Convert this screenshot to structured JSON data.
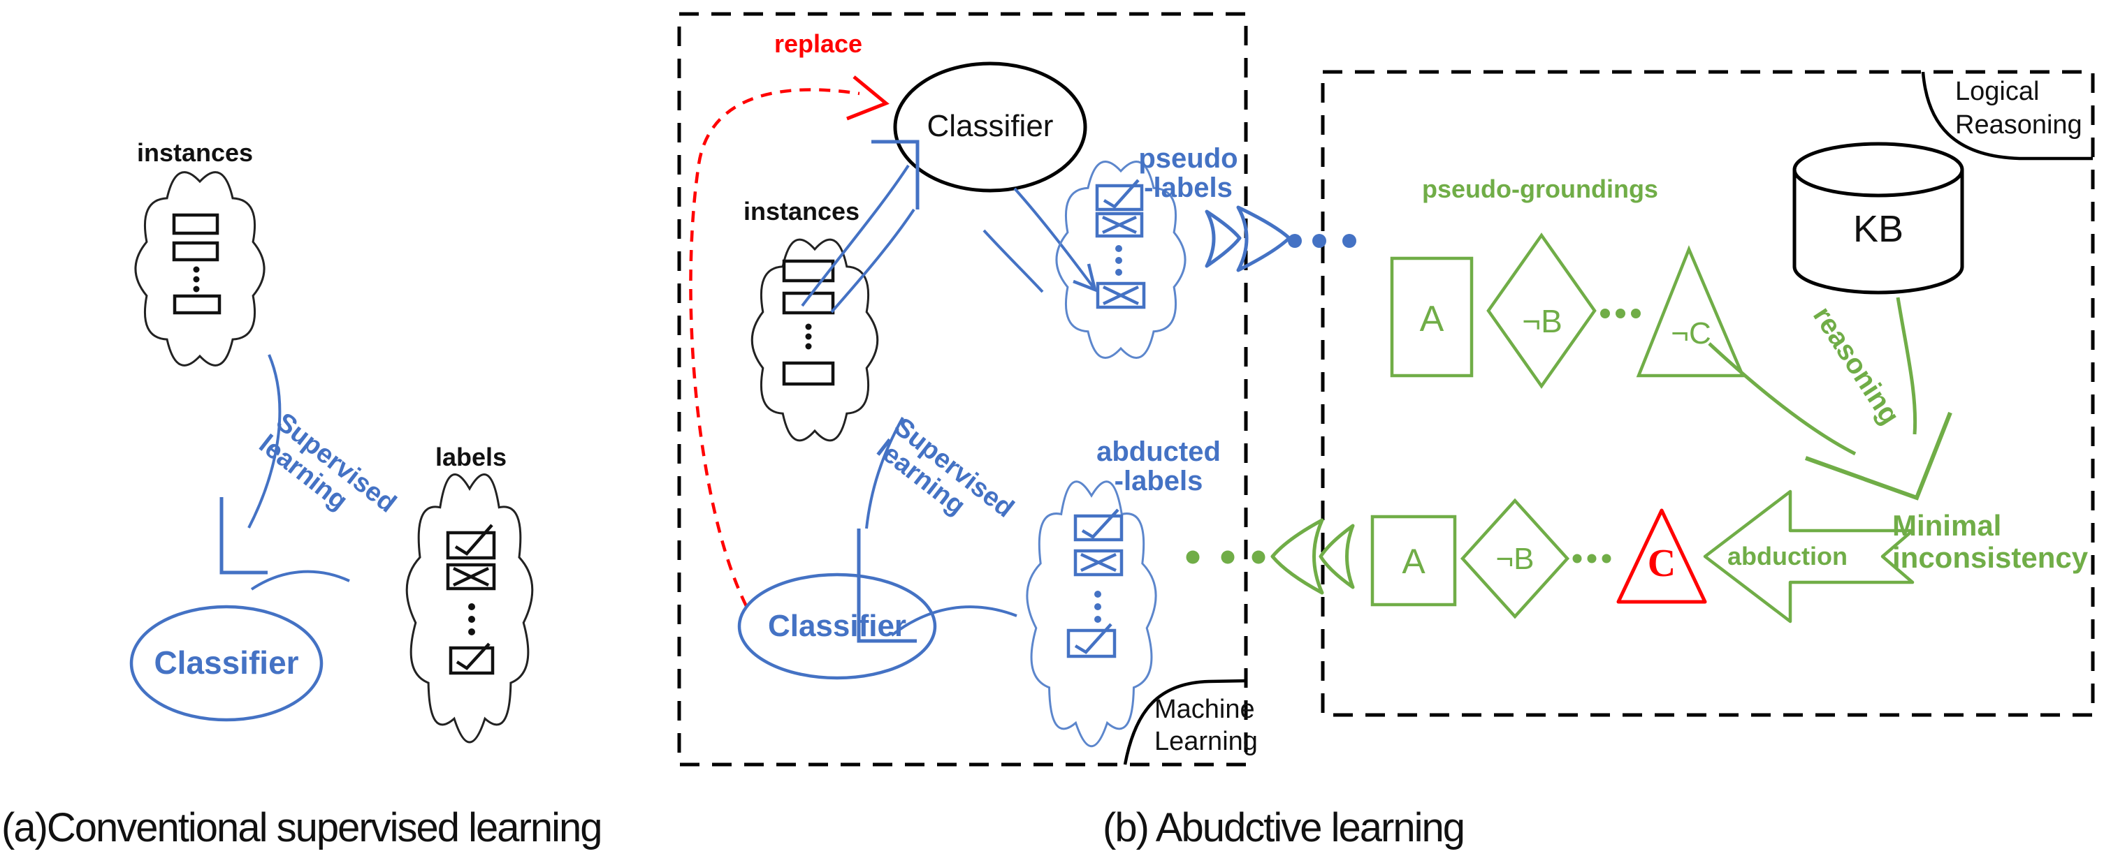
{
  "colors": {
    "blue": "#4472C4",
    "light_blue": "#5c86cc",
    "green": "#70AD47",
    "red": "#FF0000",
    "black": "#111111"
  },
  "captions": {
    "a": "(a)Conventional supervised learning",
    "b": "(b) Abudctive learning"
  },
  "panel_a": {
    "instances_label": "instances",
    "labels_label": "labels",
    "classifier_label": "Classifier",
    "supervised_line1": "Supervised",
    "supervised_line2": "learning"
  },
  "ml": {
    "title_line1": "Machine",
    "title_line2": "Learning",
    "replace_label": "replace",
    "instances_label": "instances",
    "classifier_top_label": "Classifier",
    "classifier_bottom_label": "Classifier",
    "supervised_line1": "Supervised",
    "supervised_line2": "learning",
    "pseudo_line1": "pseudo",
    "pseudo_line2": "-labels",
    "abducted_line1": "abducted",
    "abducted_line2": "-labels"
  },
  "lr": {
    "title_line1": "Logical",
    "title_line2": "Reasoning",
    "pseudo_groundings_label": "pseudo-groundings",
    "kb_label": "KB",
    "reasoning_label": "reasoning",
    "minimal_line1": "Minimal",
    "minimal_line2": "inconsistency",
    "abduction_label": "abduction",
    "top_row": {
      "square": "A",
      "diamond": "¬B",
      "triangle": "¬C"
    },
    "bottom_row": {
      "square": "A",
      "diamond": "¬B",
      "triangle": "C"
    }
  }
}
